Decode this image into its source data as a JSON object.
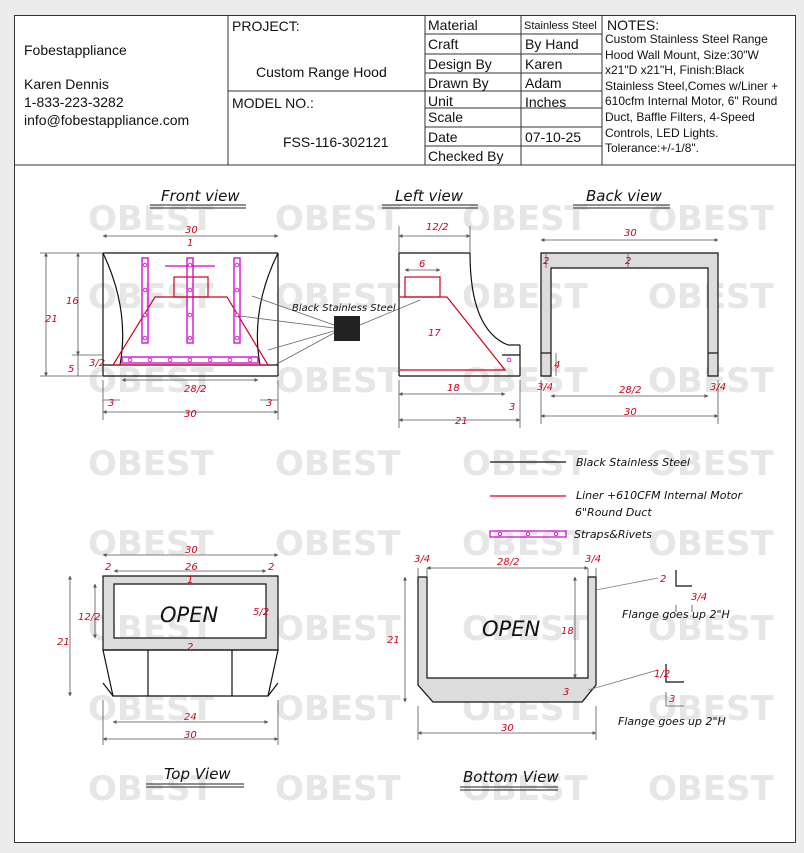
{
  "company": {
    "name": "Fobestappliance",
    "contact_name": "Karen Dennis",
    "phone": "1-833-223-3282",
    "email": "info@fobestappliance.com"
  },
  "project": {
    "label": "PROJECT:",
    "value": "Custom Range Hood",
    "model_label": "MODEL NO.:",
    "model_value": "FSS-116-302121"
  },
  "specs": [
    {
      "label": "Material",
      "value": "Stainless Steel"
    },
    {
      "label": "Craft",
      "value": "By Hand"
    },
    {
      "label": "Design By",
      "value": "Karen"
    },
    {
      "label": "Drawn By",
      "value": "Adam"
    },
    {
      "label": "Unit",
      "value": "Inches"
    },
    {
      "label": "Scale",
      "value": ""
    },
    {
      "label": "Date",
      "value": "07-10-25"
    },
    {
      "label": "Checked By",
      "value": ""
    }
  ],
  "notes": {
    "title": "NOTES:",
    "text": "Custom Stainless Steel Range Hood Wall Mount, Size:30\"W x21\"D x21\"H, Finish:Black Stainless Steel,Comes w/Liner + 610cfm Internal Motor, 6\" Round Duct, Baffle Filters, 4-Speed Controls, LED Lights. Tolerance:+/-1/8\"."
  },
  "watermark": "OBEST",
  "views": {
    "front": "Front view",
    "left": "Left view",
    "back": "Back view",
    "top": "Top View",
    "bottom": "Bottom View"
  },
  "callouts": {
    "black_ss": "Black Stainless Steel",
    "open": "OPEN",
    "flange": "Flange goes up 2\"H"
  },
  "legend": {
    "black": "Black Stainless Steel",
    "red_line1": "Liner +610CFM Internal Motor",
    "red_line2": "6\"Round Duct",
    "pink": "Straps&Rivets"
  },
  "colors": {
    "outline": "#111111",
    "liner": "#d0021b",
    "straps": "#d000d0",
    "watermark": "#e6e6e6",
    "fill": "#dcdcdc"
  },
  "dims": {
    "thirty": "30",
    "twentyone": "21",
    "sixteen": "16",
    "five": "5",
    "one": "1",
    "three": "3",
    "three_half": "3/2",
    "twenty_eight_half": "28/2",
    "twelve_half": "12/2",
    "six": "6",
    "seventeen": "17",
    "eighteen": "18",
    "two": "2",
    "four": "4",
    "three_quarter": "3/4",
    "twenty_six": "26",
    "five_half": "5/2",
    "twenty_four": "24",
    "half": "1/2"
  }
}
